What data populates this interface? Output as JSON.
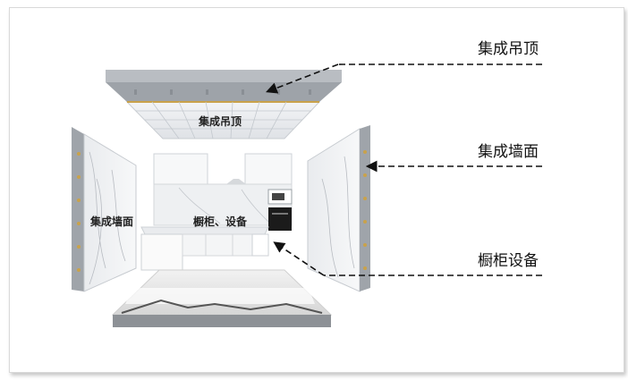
{
  "callouts": {
    "ceiling": "集成吊顶",
    "wall": "集成墙面",
    "cabinet": "橱柜设备"
  },
  "panel_labels": {
    "ceiling": "集成吊顶",
    "wall": "集成墙面",
    "cabinet": "橱柜、设备"
  }
}
